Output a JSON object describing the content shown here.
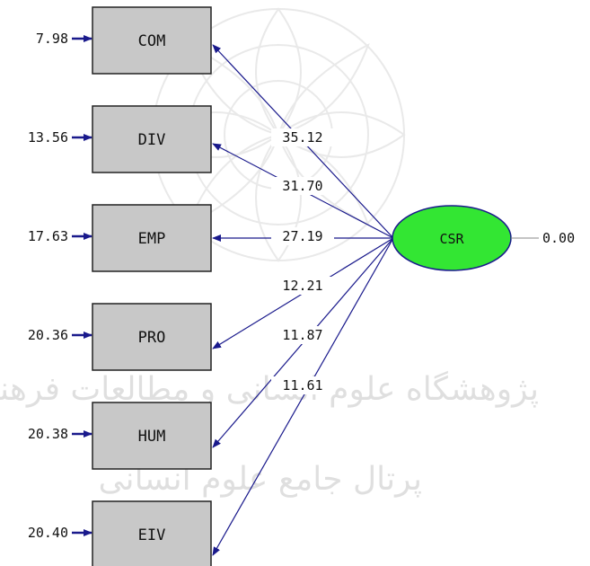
{
  "latent": {
    "label": "CSR",
    "error": "0.00",
    "fill": "#33e633"
  },
  "indicators": [
    {
      "label": "COM",
      "error": "7.98",
      "loading": "35.12"
    },
    {
      "label": "DIV",
      "error": "13.56",
      "loading": "31.70"
    },
    {
      "label": "EMP",
      "error": "17.63",
      "loading": "27.19"
    },
    {
      "label": "PRO",
      "error": "20.36",
      "loading": "12.21"
    },
    {
      "label": "HUM",
      "error": "20.38",
      "loading": "11.87"
    },
    {
      "label": "EIV",
      "error": "20.40",
      "loading": "11.61"
    }
  ],
  "watermark_text": {
    "line1": "پژوهشگاه علوم انسانی و مطالعات فرهنگی",
    "line2": "پرتال جامع علوم انسانی"
  },
  "colors": {
    "box_fill": "#c8c8c8",
    "arrow": "#1a1a8c",
    "text": "#111111"
  }
}
